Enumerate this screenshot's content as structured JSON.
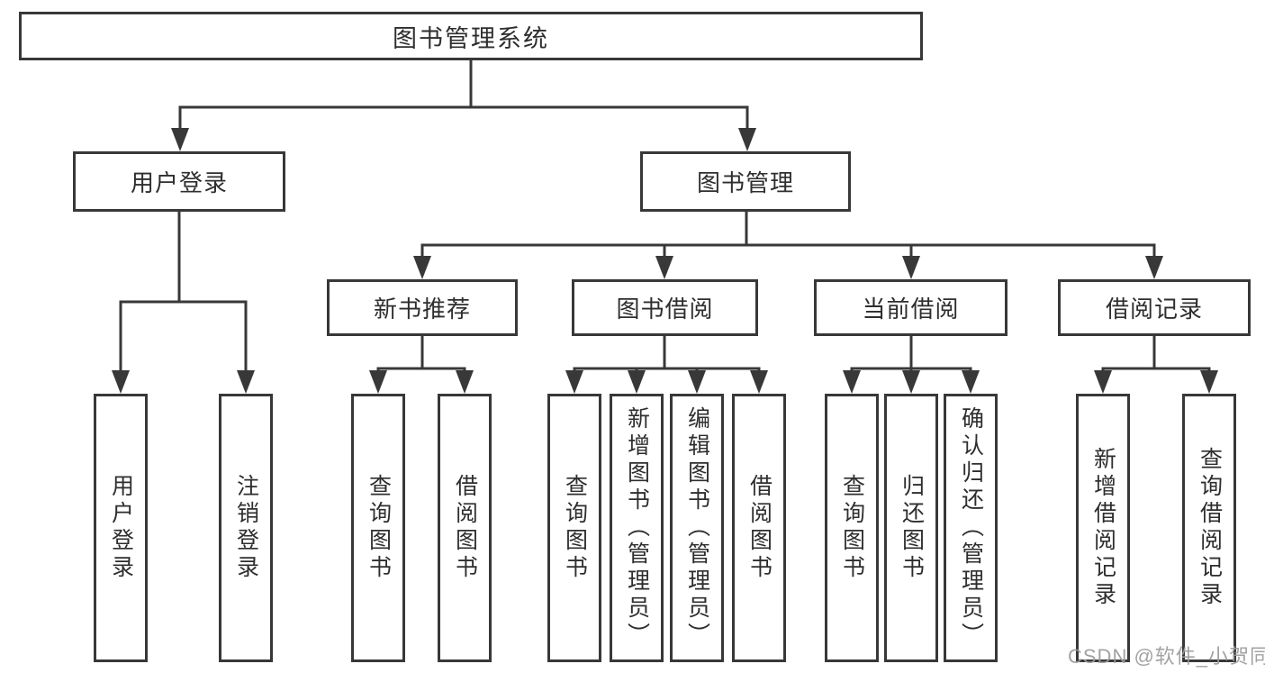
{
  "diagram": {
    "title": "图书管理系统",
    "colors": {
      "line": "#383838",
      "text": "#2e2e2e",
      "box_background": "#ffffff",
      "watermark": "#9b9b9b"
    },
    "root": {
      "label": "图书管理系统"
    },
    "level1": [
      {
        "label": "用户登录"
      },
      {
        "label": "图书管理"
      }
    ],
    "level2": [
      {
        "label": "新书推荐",
        "parent": "图书管理"
      },
      {
        "label": "图书借阅",
        "parent": "图书管理"
      },
      {
        "label": "当前借阅",
        "parent": "图书管理"
      },
      {
        "label": "借阅记录",
        "parent": "图书管理"
      }
    ],
    "leaves": [
      {
        "label": "用户登录",
        "parent": "用户登录"
      },
      {
        "label": "注销登录",
        "parent": "用户登录"
      },
      {
        "label": "查询图书",
        "parent": "新书推荐"
      },
      {
        "label": "借阅图书",
        "parent": "新书推荐"
      },
      {
        "label": "查询图书",
        "parent": "图书借阅"
      },
      {
        "label": "新增图书（管理员）",
        "parent": "图书借阅"
      },
      {
        "label": "编辑图书（管理员）",
        "parent": "图书借阅"
      },
      {
        "label": "借阅图书",
        "parent": "图书借阅"
      },
      {
        "label": "查询图书",
        "parent": "当前借阅"
      },
      {
        "label": "归还图书",
        "parent": "当前借阅"
      },
      {
        "label": "确认归还（管理员）",
        "parent": "当前借阅"
      },
      {
        "label": "新增借阅记录",
        "parent": "借阅记录"
      },
      {
        "label": "查询借阅记录",
        "parent": "借阅记录"
      }
    ]
  },
  "watermark": {
    "text": "CSDN @软件_小贺同学"
  }
}
